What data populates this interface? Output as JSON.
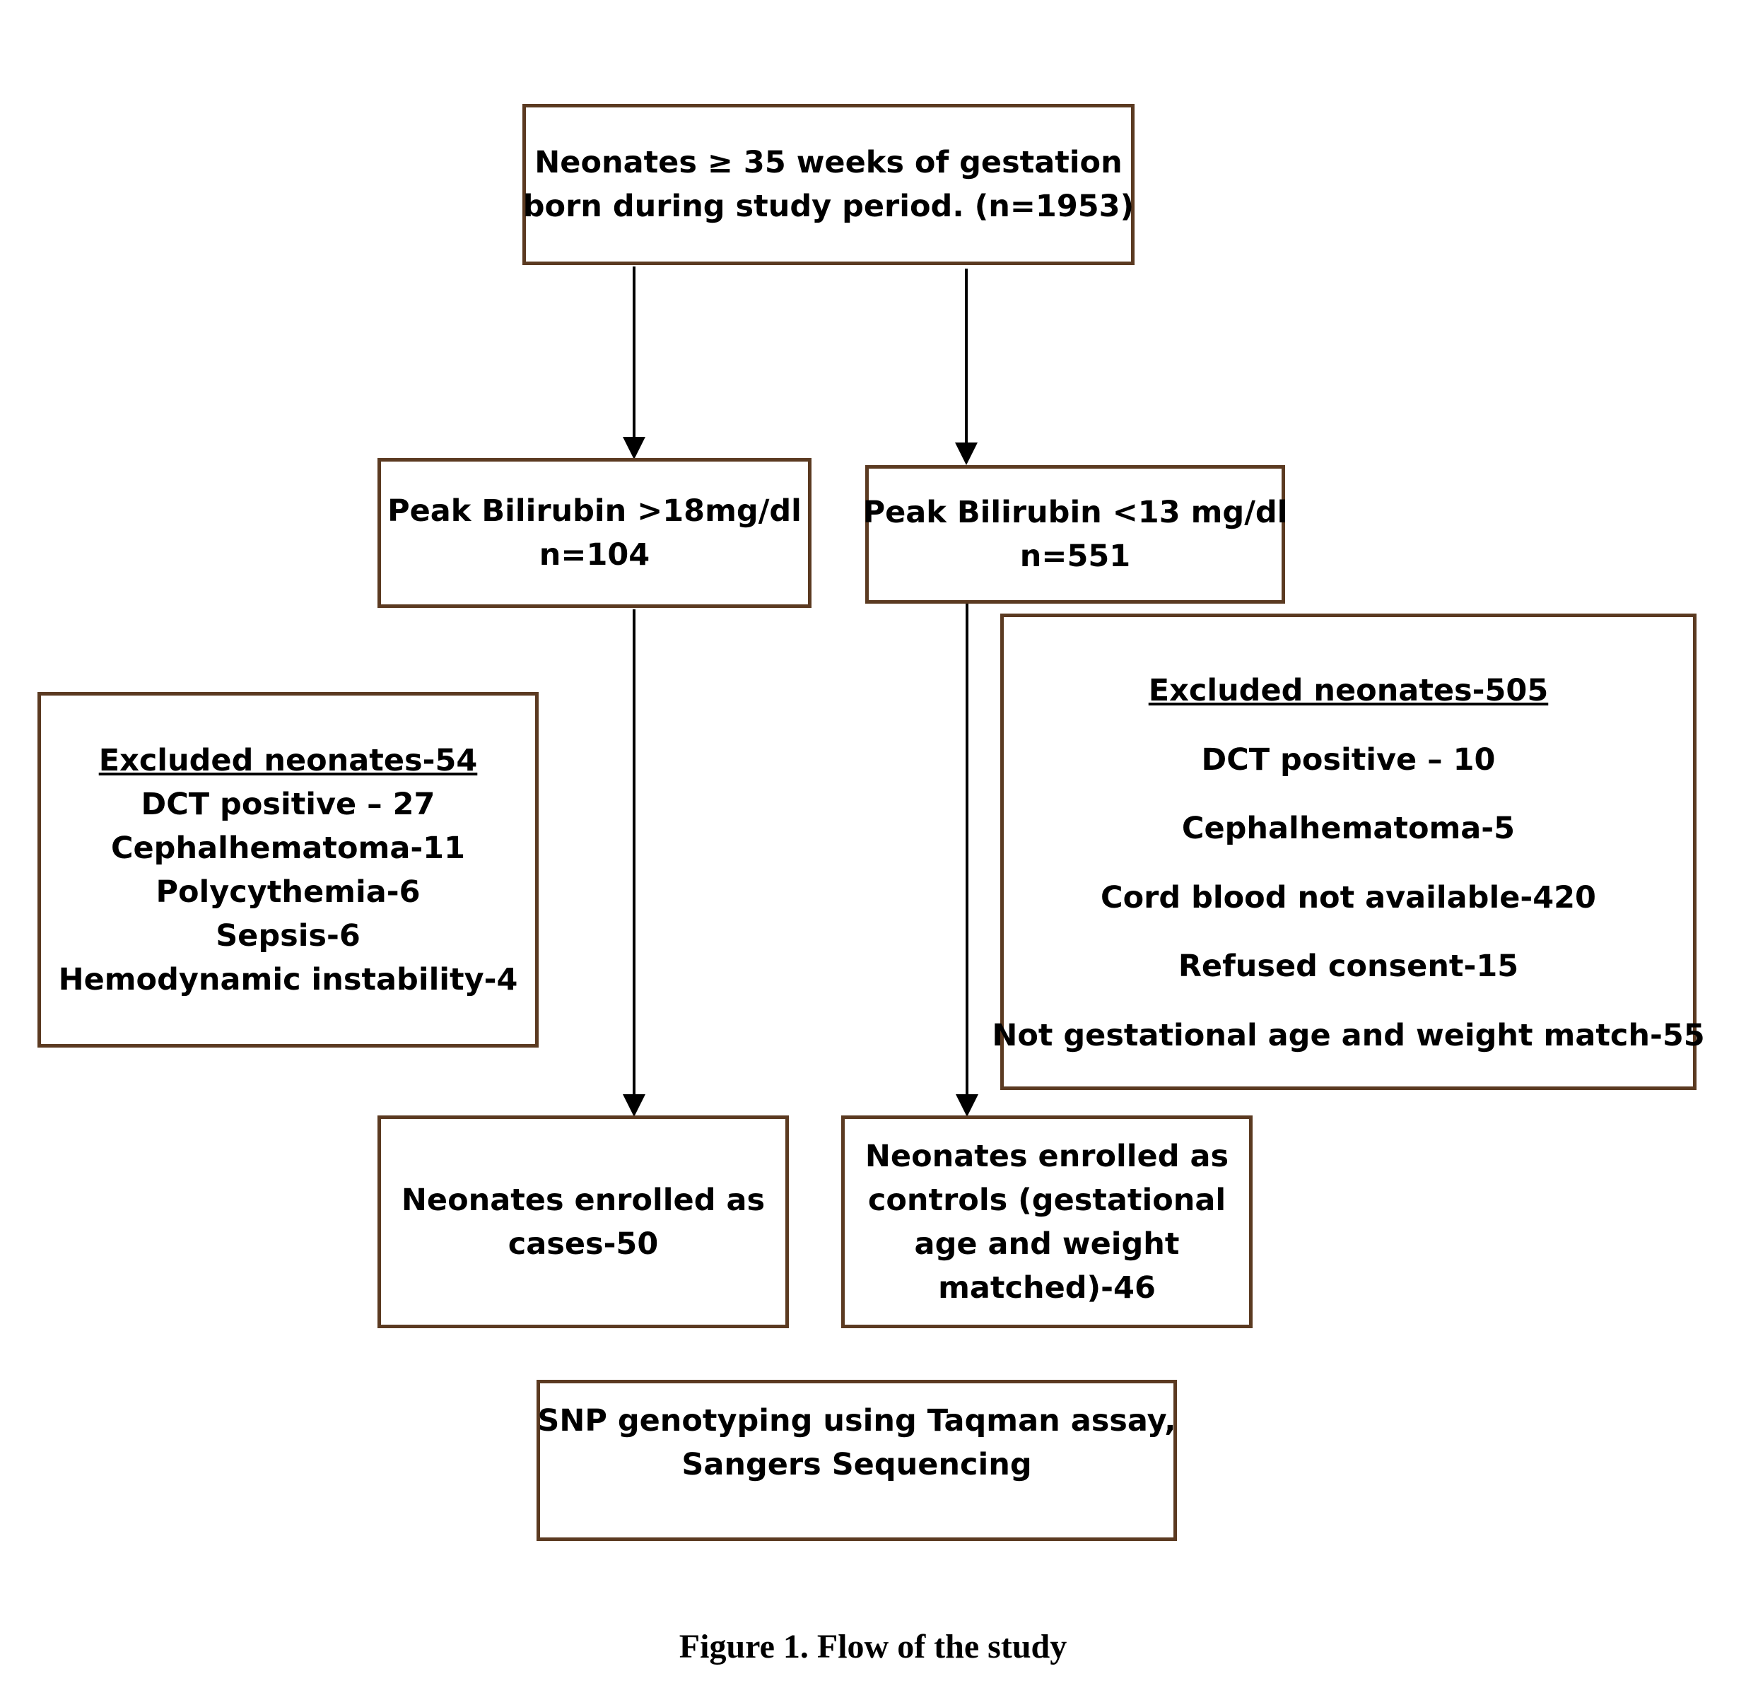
{
  "flowchart": {
    "top_box": {
      "lines": [
        "Neonates ≥ 35 weeks of gestation",
        "born during study period. (n=1953)"
      ]
    },
    "high_bilirubin_box": {
      "lines": [
        "Peak Bilirubin >18mg/dl",
        "n=104"
      ]
    },
    "low_bilirubin_box": {
      "lines": [
        "Peak Bilirubin <13 mg/dl",
        "n=551"
      ]
    },
    "excluded_left": {
      "heading": "Excluded neonates-54",
      "items": [
        "DCT positive – 27",
        "Cephalhematoma-11",
        "Polycythemia-6",
        "Sepsis-6",
        "Hemodynamic instability-4"
      ]
    },
    "excluded_right": {
      "heading": "Excluded neonates-505",
      "items": [
        "DCT positive – 10",
        "Cephalhematoma-5",
        "Cord blood not available-420",
        "Refused consent-15",
        "Not gestational age and weight match-55"
      ]
    },
    "cases_box": {
      "lines": [
        "Neonates enrolled as",
        "cases-50"
      ]
    },
    "controls_box": {
      "lines": [
        "Neonates enrolled as",
        "controls (gestational",
        "age and weight",
        "matched)-46"
      ]
    },
    "snp_box": {
      "lines": [
        "SNP genotyping using Taqman assay,",
        "Sangers Sequencing"
      ]
    }
  },
  "caption": "Figure 1. Flow of the study",
  "colors": {
    "box_border": "#5b3a21",
    "arrow": "#000000",
    "text": "#000000"
  }
}
